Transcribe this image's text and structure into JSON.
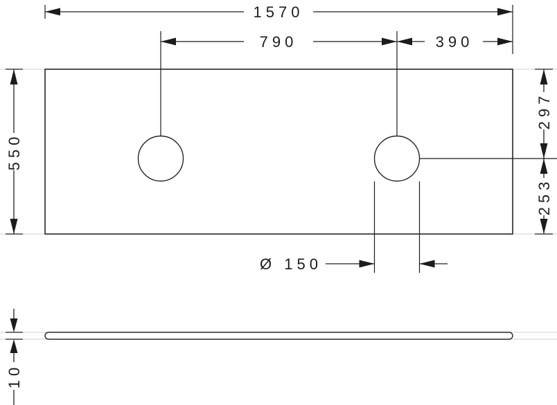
{
  "drawing": {
    "type": "technical-dimension-drawing",
    "views": [
      "top-view-plate-with-two-holes",
      "side-view-thickness"
    ]
  },
  "labels": {
    "width_total": "1570",
    "hole_spacing": "790",
    "hole_offset_right": "390",
    "depth_total": "550",
    "hole_center_from_top": "297",
    "hole_center_from_bottom": "253",
    "hole_diameter": "Ø 150",
    "thickness": "10"
  },
  "colors": {
    "line": "#1c1c1c",
    "extension_line": "#d2d2d2",
    "background": "#ffffff"
  }
}
